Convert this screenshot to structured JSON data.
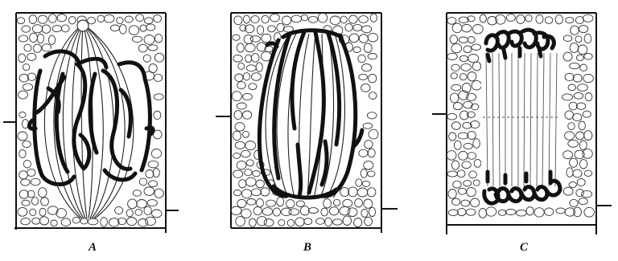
{
  "figure": {
    "panels": [
      {
        "label": "A",
        "stage": "metaphase-ring"
      },
      {
        "label": "B",
        "stage": "metaphase-spindle"
      },
      {
        "label": "C",
        "stage": "anaphase"
      }
    ],
    "colors": {
      "ink": "#111111",
      "paper": "#ffffff",
      "cell_wall": "#222222"
    }
  }
}
